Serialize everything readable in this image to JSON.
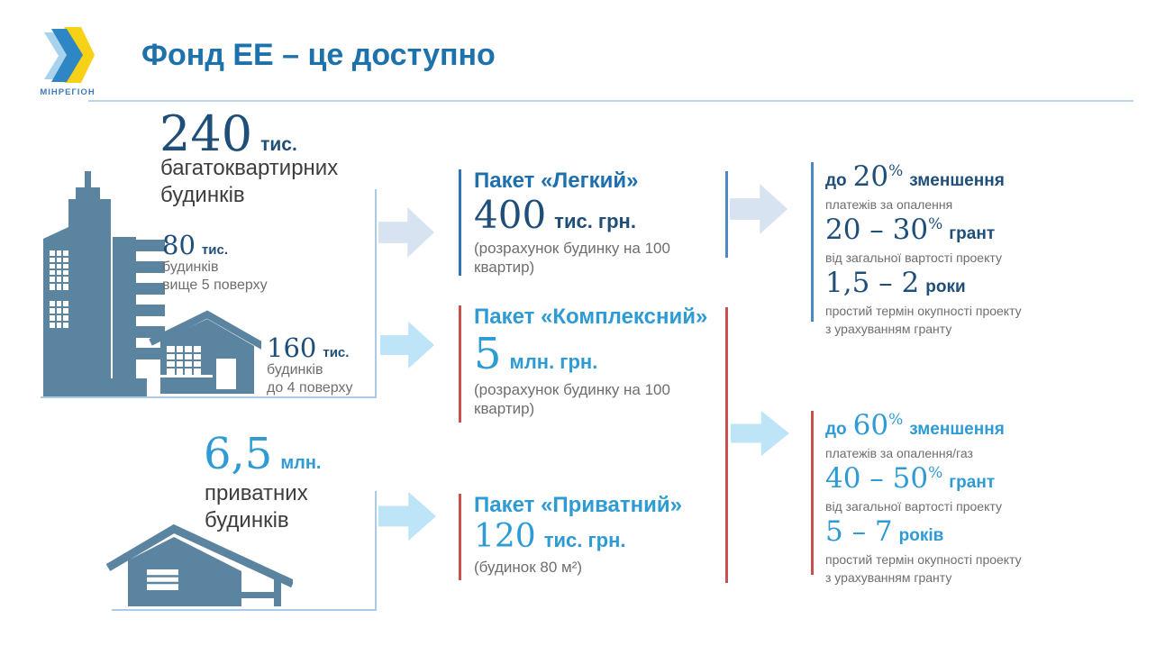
{
  "header": {
    "title": "Фонд ЕЕ – це доступно",
    "logo_caption": "МІНРЕГІОН"
  },
  "colors": {
    "title_blue": "#1E72AC",
    "navy": "#1F4E79",
    "light_blue": "#2E9BD5",
    "caption_gray": "#6E6E6E",
    "steel_icon": "#5B84A1",
    "box_outline": "#A9CBE6",
    "accent_line_blue": "#2E75B6",
    "accent_line_red": "#C9514D",
    "arrow_pale": "#D8E3F1",
    "arrow_cyan": "#BEE4F7",
    "logo_yellow": "#F7D117",
    "logo_blue": "#2F86C4"
  },
  "left": {
    "apartment": {
      "value": "240",
      "unit": "тис.",
      "desc1": "багатоквартирних",
      "desc2": "будинків",
      "tall": {
        "value": "80",
        "unit": "тис.",
        "line1": "будинків",
        "line2": "вище 5 поверху"
      },
      "low": {
        "value": "160",
        "unit": "тис.",
        "line1": "будинків",
        "line2": "до 4 поверху"
      }
    },
    "private": {
      "value": "6,5",
      "unit": "млн.",
      "desc1": "приватних",
      "desc2": "будинків"
    }
  },
  "packages": [
    {
      "title": "Пакет «Легкий»",
      "price": "400",
      "price_unit": "тис. грн.",
      "note1": "(розрахунок будинку на 100",
      "note2": "квартир)"
    },
    {
      "title": "Пакет «Комплексний»",
      "price": "5",
      "price_unit": "млн. грн.",
      "note1": "(розрахунок будинку на 100",
      "note2": "квартир)"
    },
    {
      "title": "Пакет «Приватний»",
      "price": "120",
      "price_unit": "тис. грн.",
      "note1": "(будинок 80 м²)",
      "note2": ""
    }
  ],
  "benefits": [
    {
      "stats": [
        {
          "prefix": "до",
          "value": "20",
          "pct": "%",
          "suffix": "зменшення",
          "cap1": "платежів за опалення",
          "cap2": ""
        },
        {
          "prefix": "",
          "value": "20 – 30",
          "pct": "%",
          "suffix": "грант",
          "cap1": "від загальної вартості проекту",
          "cap2": ""
        },
        {
          "prefix": "",
          "value": "1,5 – 2",
          "pct": "",
          "suffix": "роки",
          "cap1": "простий термін окупності проекту",
          "cap2": "з урахуванням гранту"
        }
      ]
    },
    {
      "stats": [
        {
          "prefix": "до",
          "value": "60",
          "pct": "%",
          "suffix": "зменшення",
          "cap1": "платежів за опалення/газ",
          "cap2": ""
        },
        {
          "prefix": "",
          "value": "40 – 50",
          "pct": "%",
          "suffix": "грант",
          "cap1": "від загальної вартості проекту",
          "cap2": ""
        },
        {
          "prefix": "",
          "value": "5 – 7",
          "pct": "",
          "suffix": "років",
          "cap1": "простий термін окупності проекту",
          "cap2": "з урахуванням гранту"
        }
      ]
    }
  ]
}
